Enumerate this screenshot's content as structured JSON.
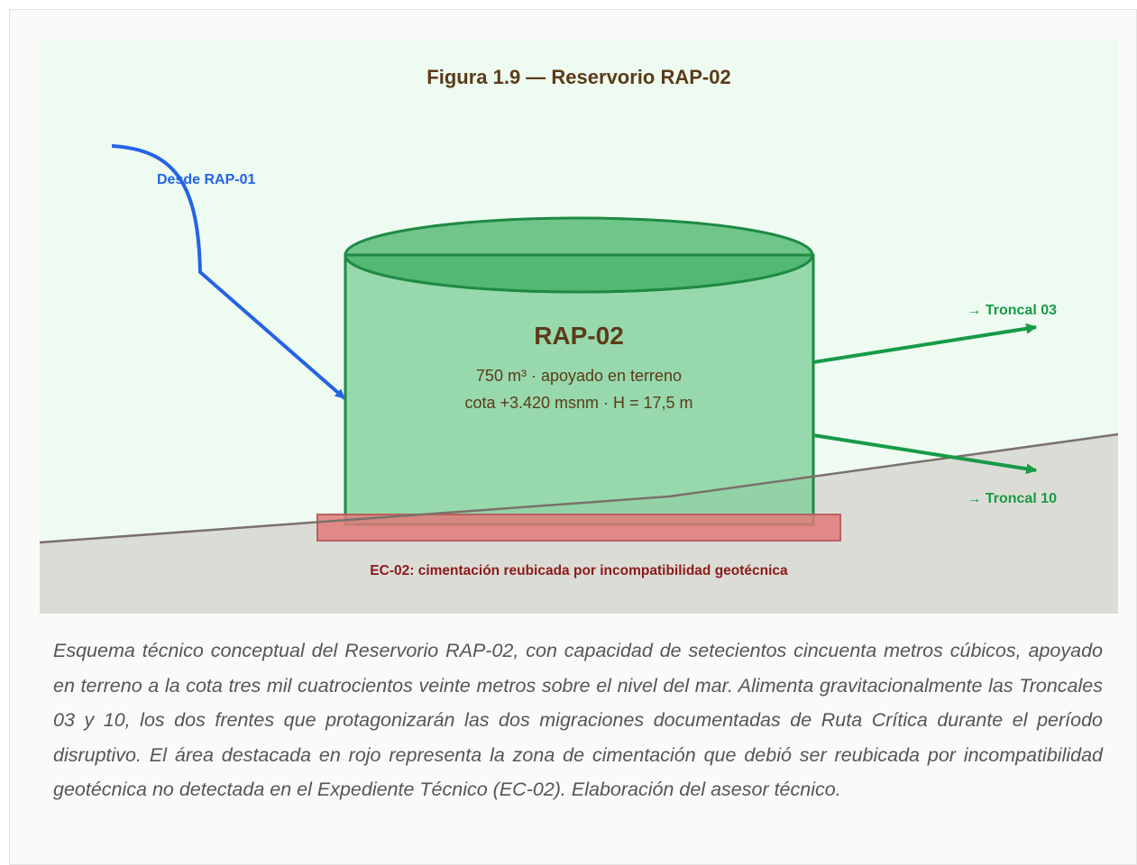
{
  "figure": {
    "title": "Figura 1.9 — Reservorio RAP-02",
    "tank": {
      "name": "RAP-02",
      "line1": "750 m³ · apoyado en terreno",
      "line2": "cota +3.420 msnm · H = 17,5 m"
    },
    "inflow_label": "Desde RAP-01",
    "outflow_labels": [
      "→ Troncal 03",
      "→ Troncal 10"
    ],
    "foundation_label": "EC-02: cimentación reubicada por incompatibilidad geotécnica",
    "colors": {
      "sky": "#eefbf1",
      "ground": "#dcdcd6",
      "tank_fill": "#98d9ad",
      "tank_stroke": "#1e8a43",
      "title": "#5c3a19",
      "inflow": "#2563e6",
      "outflow": "#189a47",
      "foundation": "#e07a7a",
      "foundation_label": "#8b1a1a"
    }
  },
  "caption": "Esquema técnico conceptual del Reservorio RAP-02, con capacidad de setecientos cincuenta metros cúbicos, apoyado en terreno a la cota tres mil cuatrocientos veinte metros sobre el nivel del mar. Alimenta gravitacionalmente las Troncales 03 y 10, los dos frentes que protagonizarán las dos migraciones documentadas de Ruta Crítica durante el período disruptivo. El área destacada en rojo representa la zona de cimentación que debió ser reubicada por incompatibilidad geotécnica no detectada en el Expediente Técnico (EC-02). Elaboración del asesor técnico."
}
